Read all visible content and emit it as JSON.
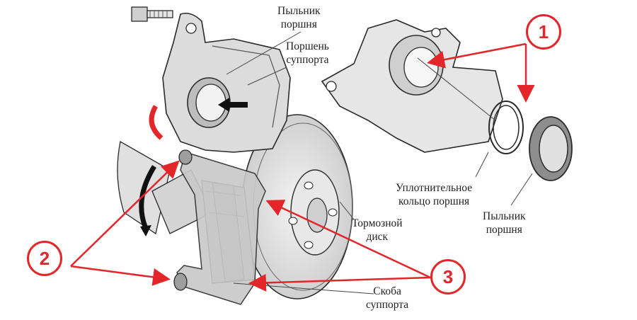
{
  "labels": {
    "piston_boot_top": [
      "Пыльник",
      "поршня"
    ],
    "caliper_piston": [
      "Поршень",
      "суппорта"
    ],
    "seal_ring": [
      "Уплотнительное",
      "кольцо поршня"
    ],
    "piston_boot_right": [
      "Пыльник",
      "поршня"
    ],
    "brake_disc": [
      "Тормозной",
      "диск"
    ],
    "caliper_bracket": [
      "Скоба",
      "суппорта"
    ]
  },
  "callouts": [
    "1",
    "2",
    "3"
  ],
  "colors": {
    "accent": "#e3262a",
    "line": "#2a2a2a",
    "part_fill": "#dcdcdc",
    "part_shadow": "#9e9e9e",
    "highlight": "#bdbdbd"
  }
}
